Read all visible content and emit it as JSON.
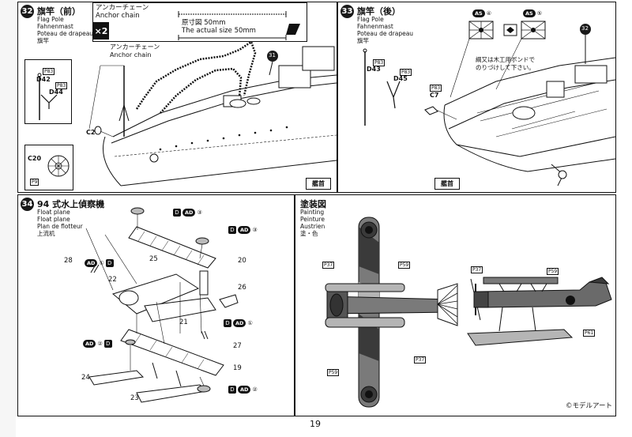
{
  "page": {
    "number": "19",
    "copyright": "©モデルアート"
  },
  "step32": {
    "num": "32",
    "title": "旗竿（前）",
    "subtitles": [
      "Flag Pole",
      "Fahnenmast",
      "Poteau de drapeau",
      "旗竿"
    ],
    "chain_box": {
      "title_jp": "アンカーチェーン",
      "title_en": "Anchor chain",
      "multiplier": "×2",
      "size_jp": "原寸図 50mm",
      "size_en": "The actual size 50mm"
    },
    "callout_jp": "アンカーチェーン",
    "callout_en": "Anchor chain",
    "ref_num": "31",
    "parts": {
      "d42": "D42",
      "d44": "D44",
      "c20": "C20",
      "c20_inset": "C20",
      "ref_pd": "P83",
      "ref_pd2": "P83",
      "ref_c": "P9"
    },
    "bow_label": "艦首"
  },
  "step33": {
    "num": "33",
    "title": "旗竿（後）",
    "subtitles": [
      "Flag Pole",
      "Fahnenmast",
      "Poteau de drapeau",
      "旗竿"
    ],
    "ref_num": "32",
    "as4_label": "AS",
    "as4_num": "④",
    "as5_label": "AS",
    "as5_num": "⑤",
    "note": [
      "綱又は木工用ボンドで",
      "のりづけして下さい。"
    ],
    "parts": {
      "d43": "D43",
      "d45": "D45",
      "c7": "C7",
      "ref_pd": "P83",
      "ref_pd2": "P83",
      "ref_c": "P83"
    },
    "bow_label": "艦首"
  },
  "step34": {
    "num": "34",
    "title": "94 式水上偵察機",
    "subtitles": [
      "Float plane",
      "Float plane",
      "Plan de flotteur",
      "上流机"
    ],
    "parts": [
      "28",
      "22",
      "25",
      "20",
      "26",
      "21",
      "27",
      "19",
      "24",
      "23"
    ],
    "badges": {
      "b1": {
        "sq": "D",
        "ov": "AD",
        "circ": "③"
      },
      "b2": {
        "sq": "D",
        "ov": "AD",
        "circ": "③"
      },
      "b3": {
        "sq": "D",
        "ov": "AD",
        "circ": "①"
      },
      "b4": {
        "sq": "D",
        "ov": "AD",
        "circ": "①"
      },
      "b5": {
        "sq": "D",
        "ov": "AD",
        "circ": "②"
      },
      "b6": {
        "sq": "D",
        "ov": "AD",
        "circ": "②"
      }
    }
  },
  "painting": {
    "title": "塗装図",
    "subtitles": [
      "Painting",
      "Peinture",
      "Austrien",
      "塗・色"
    ],
    "refs": [
      "P37",
      "P59",
      "P37",
      "P59",
      "P37",
      "P59",
      "P61"
    ]
  },
  "colors": {
    "ink": "#111111",
    "camo_dark": "#3a3a3a",
    "camo_mid": "#7a7a7a",
    "camo_light": "#b5b5b5"
  }
}
